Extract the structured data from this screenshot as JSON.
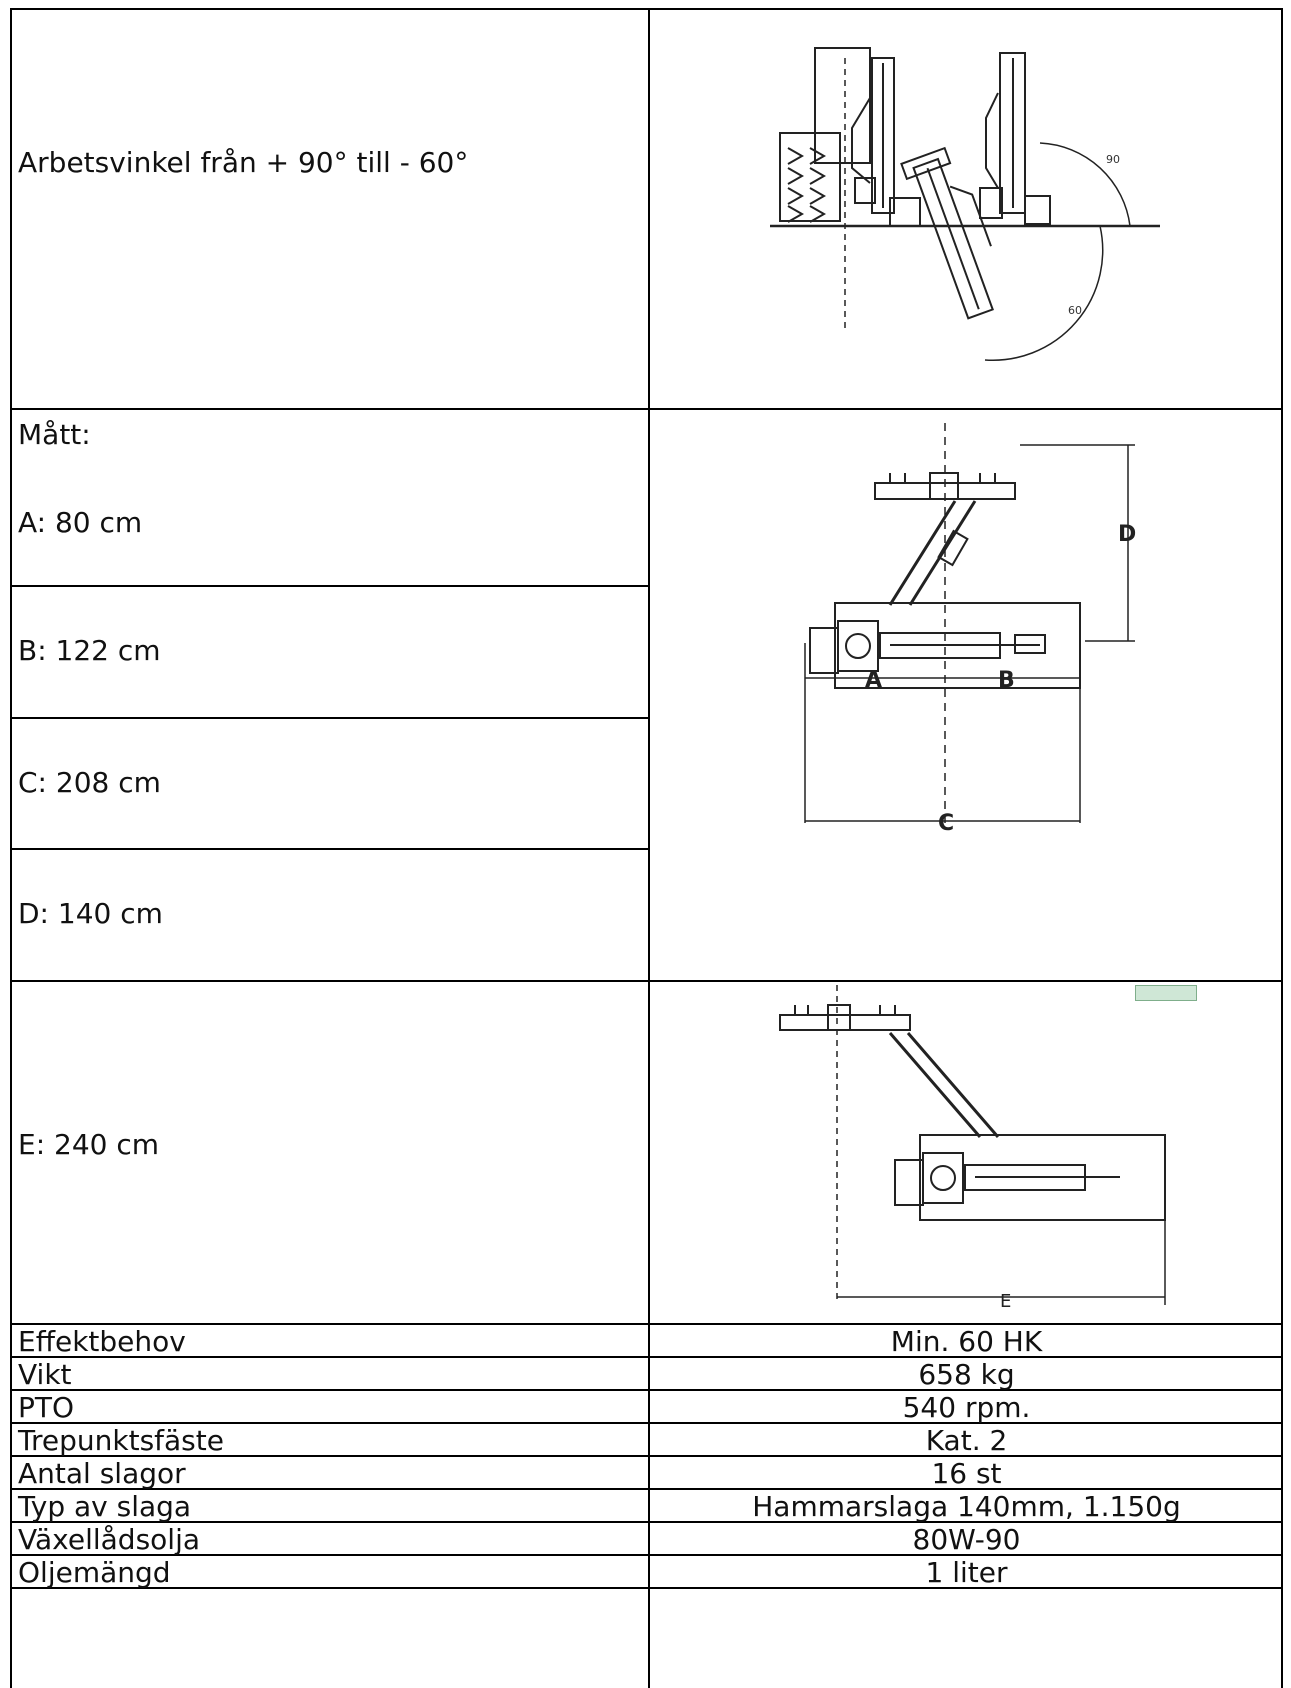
{
  "top": {
    "angle_label": "Arbetsvinkel från + 90° till - 60°",
    "angle_90": "90",
    "angle_60": "60"
  },
  "dimensions": {
    "heading": "Mått:",
    "a": "A: 80 cm",
    "b": "B: 122 cm",
    "c": "C: 208 cm",
    "d": "D: 140 cm",
    "e": "E: 240 cm",
    "fig_labels": {
      "A": "A",
      "B": "B",
      "C": "C",
      "D": "D",
      "E": "E"
    }
  },
  "specs": [
    {
      "key": "Effektbehov",
      "value": "Min. 60 HK"
    },
    {
      "key": "Vikt",
      "value": "658 kg"
    },
    {
      "key": "PTO",
      "value": "540 rpm."
    },
    {
      "key": "Trepunktsfäste",
      "value": "Kat. 2"
    },
    {
      "key": "Antal slagor",
      "value": "16 st"
    },
    {
      "key": "Typ av slaga",
      "value": "Hammarslaga 140mm, 1.150g"
    },
    {
      "key": "Växellådsolja",
      "value": "80W-90"
    },
    {
      "key": "Oljemängd",
      "value": "1 liter"
    }
  ],
  "colors": {
    "border": "#000000",
    "marker": "#cfe7d6"
  }
}
